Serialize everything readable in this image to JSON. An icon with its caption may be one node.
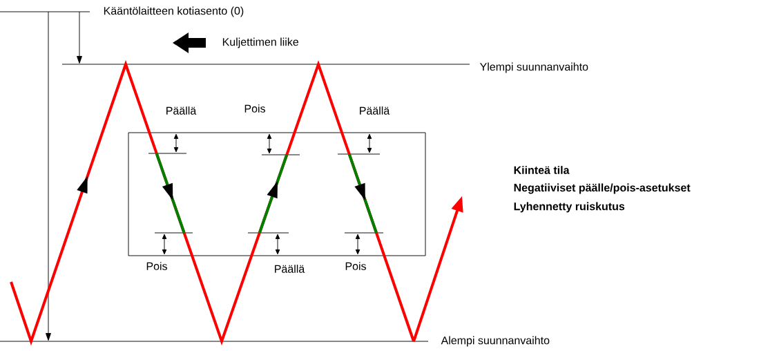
{
  "diagram": {
    "labels": [
      "Kääntölaitteen kotiasento (0)",
      "Kuljettimen liike",
      "Ylempi suunnanvaihto",
      "Päällä",
      "Pois",
      "Päällä",
      "Kiinteä tila",
      "Negatiiviset päälle/pois-asetukset",
      "Lyhennetty ruiskutus",
      "Pois",
      "Päällä",
      "Pois",
      "Alempi suunnanvaihto"
    ]
  }
}
